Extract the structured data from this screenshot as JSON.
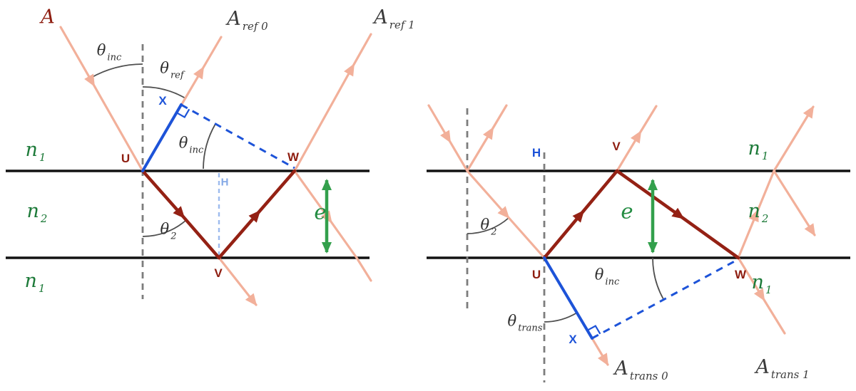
{
  "palette": {
    "ray_outside_film": "#f2b09a",
    "ray_inside_film": "#942114",
    "interface_line": "#121212",
    "normal_dashed": "#7d7d7d",
    "construction_blue": "#1d53d8",
    "construction_lightblue": "#9dbbee",
    "thickness_arrow_green": "#33a04c",
    "media_label_green": "#1d7a39",
    "angle_label_gray": "#2e2e2e",
    "point_label_red": "#8e1d10"
  },
  "left": {
    "incident_label": {
      "base": "A"
    },
    "ray_labels": {
      "ref0": {
        "base": "A",
        "sub": "ref 0"
      },
      "ref1": {
        "base": "A",
        "sub": "ref 1"
      }
    },
    "angles": {
      "inc_top": {
        "base": "θ",
        "sub": "inc"
      },
      "ref": {
        "base": "θ",
        "sub": "ref"
      },
      "inc_mid": {
        "base": "θ",
        "sub": "inc"
      },
      "t2": {
        "base": "θ",
        "sub": "2"
      }
    },
    "points": {
      "u": "U",
      "v": "V",
      "w": "W",
      "x": "X",
      "h": "H"
    },
    "media": {
      "n1_top": {
        "base": "n",
        "sub": "1"
      },
      "n2": {
        "base": "n",
        "sub": "2"
      },
      "n1_bottom": {
        "base": "n",
        "sub": "1"
      }
    },
    "thickness": "e"
  },
  "right": {
    "angles": {
      "t2": {
        "base": "θ",
        "sub": "2"
      },
      "inc": {
        "base": "θ",
        "sub": "inc"
      },
      "trans": {
        "base": "θ",
        "sub": "trans"
      }
    },
    "ray_labels": {
      "trans0": {
        "base": "A",
        "sub": "trans 0"
      },
      "trans1": {
        "base": "A",
        "sub": "trans 1"
      }
    },
    "points": {
      "u": "U",
      "v": "V",
      "w": "W",
      "x": "X",
      "h": "H"
    },
    "media": {
      "n1_top": {
        "base": "n",
        "sub": "1"
      },
      "n2": {
        "base": "n",
        "sub": "2"
      },
      "n1_bottom": {
        "base": "n",
        "sub": "1"
      }
    },
    "thickness": "e"
  }
}
